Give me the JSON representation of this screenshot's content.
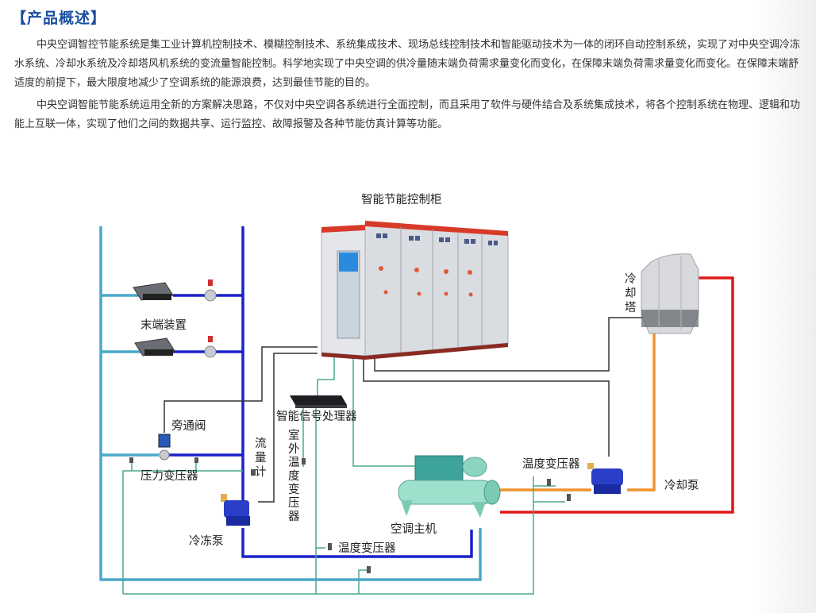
{
  "section": {
    "title": "【产品概述】",
    "paragraphs": [
      "中央空调智控节能系统是集工业计算机控制技术、模糊控制技术、系统集成技术、现场总线控制技术和智能驱动技术为一体的闭环自动控制系统，实现了对中央空调冷冻水系统、冷却水系统及冷却塔风机系统的变流量智能控制。科学地实现了中央空调的供冷量随末端负荷需求量变化而变化，在保障末端负荷需求量变化而变化。在保障末端舒适度的前提下，最大限度地减少了空调系统的能源浪费，达到最佳节能的目的。",
      "中央空调智能节能系统运用全新的方案解决思路，不仅对中央空调各系统进行全面控制，而且采用了软件与硬件结合及系统集成技术，将各个控制系统在物理、逻辑和功能上互联一体，实现了他们之间的数据共享、运行监控、故障报警及各种节能仿真计算等功能。"
    ]
  },
  "diagram": {
    "labels": {
      "control_cabinet": "智能节能控制柜",
      "terminal_device": "末端装置",
      "cooling_tower": [
        "冷",
        "却",
        "塔"
      ],
      "bypass_valve": "旁通阀",
      "signal_processor": "智能信号处理器",
      "flow_meter": [
        "流",
        "量",
        "计"
      ],
      "outdoor_temp_transmitter": [
        "室",
        "外",
        "温",
        "度",
        "变",
        "压",
        "器"
      ],
      "pressure_transmitter": "压力变压器",
      "temp_transmitter_cooling": "温度变压器",
      "cooling_pump": "冷却泵",
      "chiller": "空调主机",
      "chilled_pump": "冷冻泵",
      "temp_transmitter_chilled": "温度变压器"
    },
    "colors": {
      "chilled_supply": "#1a22c8",
      "chilled_return": "#4aa8c8",
      "cooling_supply": "#f0922c",
      "cooling_return": "#e01818",
      "signal": "#4aa890",
      "control_wire": "#333333",
      "heading": "#1b4fa0"
    }
  }
}
